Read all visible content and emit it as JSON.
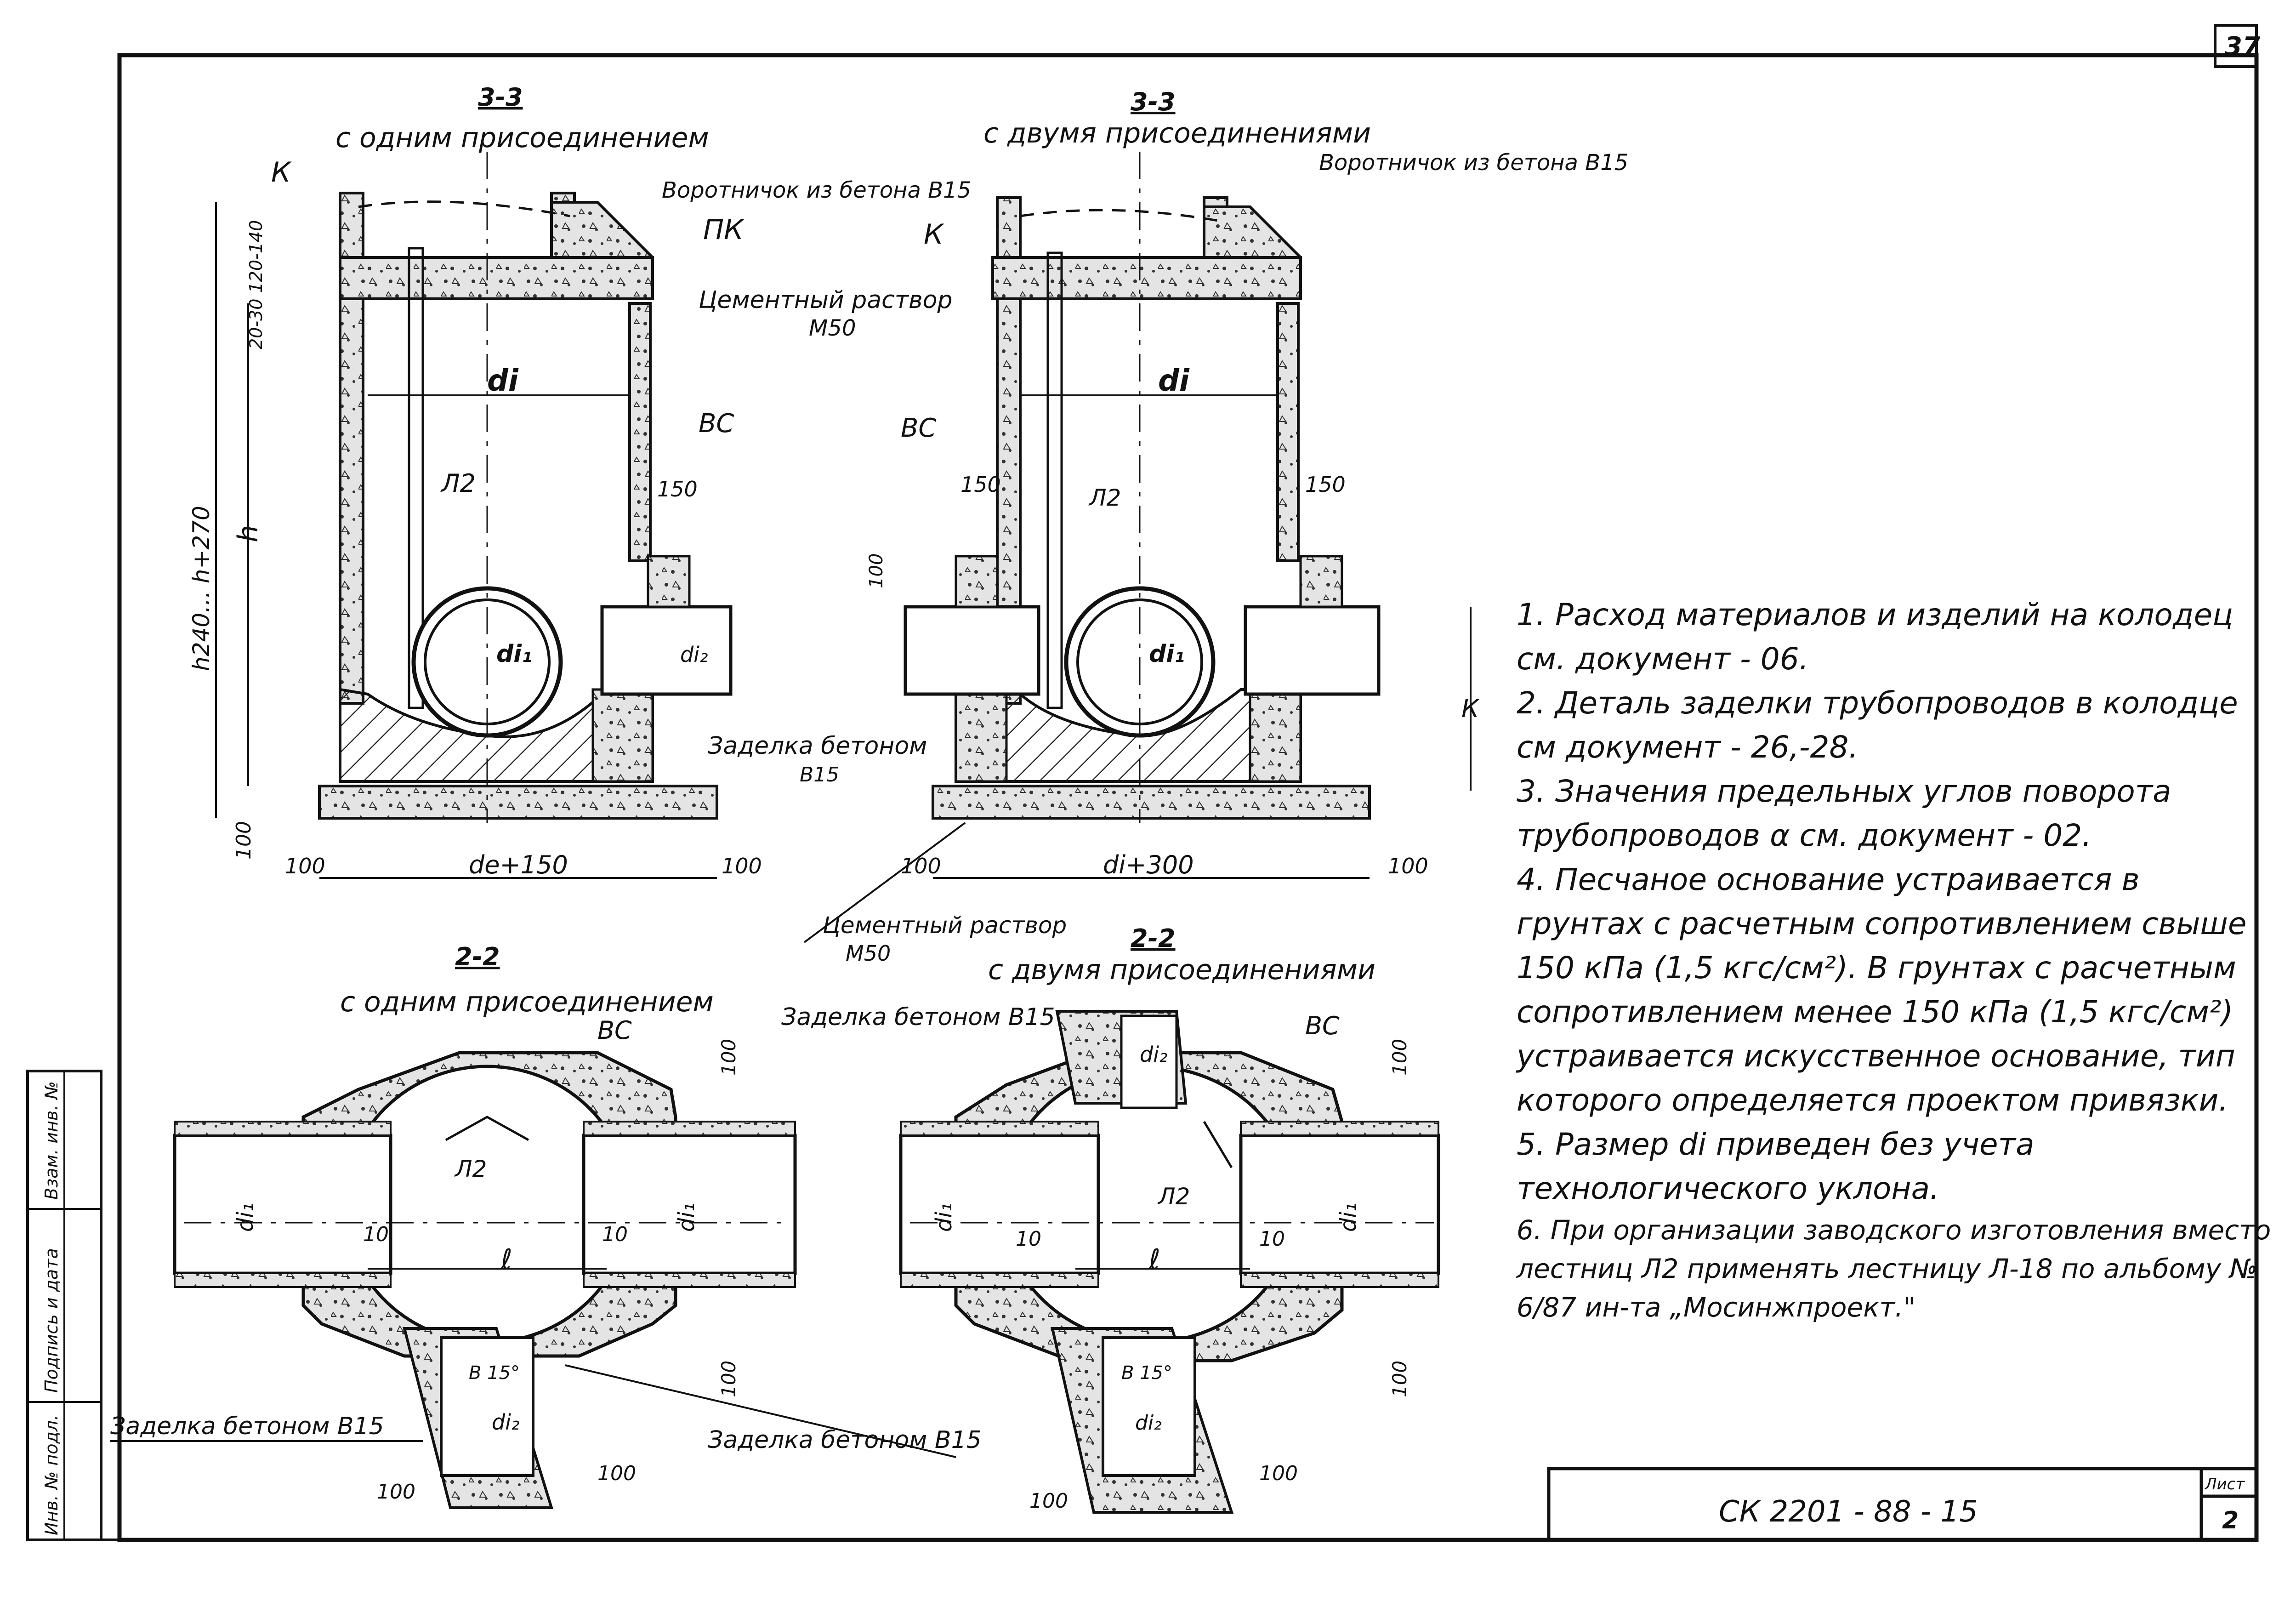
{
  "sheet": {
    "page_number": "37",
    "doc_code": "СК 2201 - 88 - 15",
    "list_label": "Лист",
    "list_number": "2"
  },
  "side_stamp": [
    "Инв. № подл.",
    "Подпись и дата",
    "Взам. инв. №"
  ],
  "section_33_one": {
    "mark": "3-3",
    "subtitle": "с одним присоединением"
  },
  "section_33_two": {
    "mark": "3-3",
    "subtitle": "с двумя присоединениями"
  },
  "section_22_one": {
    "mark": "2-2",
    "subtitle": "с одним присоединением"
  },
  "section_22_two": {
    "mark": "2-2",
    "subtitle": "с двумя присоединениями"
  },
  "labels": {
    "collar": "Воротничок из бетона В15",
    "pk": "ПК",
    "k": "К",
    "cement": "Цементный раствор",
    "cement_grade": "М50",
    "bc": "ВС",
    "ladder": "Л2",
    "di": "di",
    "di1": "di₁",
    "di2": "di₂",
    "l": "ℓ",
    "seal": "Заделка бетоном",
    "seal_b15": "В15",
    "seal_full": "Заделка бетоном В15",
    "h": "h",
    "h_range": "h240... h+270",
    "top_dims": "20-30 120-140",
    "base_one": "de+150",
    "base_two": "di+300",
    "d100": "100",
    "d150": "150",
    "d10": "10",
    "angle": "В 15°"
  },
  "notes": [
    "1. Расход материалов и изделий на колодец см. документ - 06.",
    "2. Деталь заделки трубопроводов в колодце см документ - 26,-28.",
    "3. Значения предельных углов поворота трубопроводов α см. документ - 02.",
    "4. Песчаное основание устраивается в грунтах с расчетным сопротивлением свыше 150 кПа (1,5 кгс/см²). В грунтах с расчетным сопротивлением менее 150 кПа (1,5 кгс/см²) устраивается искусственное основание, тип которого определяется проектом привязки.",
    "5. Размер di приведен без учета технологического уклона.",
    "6. При организации заводского изготовления вместо лестниц Л2 применять лестницу Л-18 по альбому № 6/87 ин-та „Мосинжпроект.\""
  ]
}
